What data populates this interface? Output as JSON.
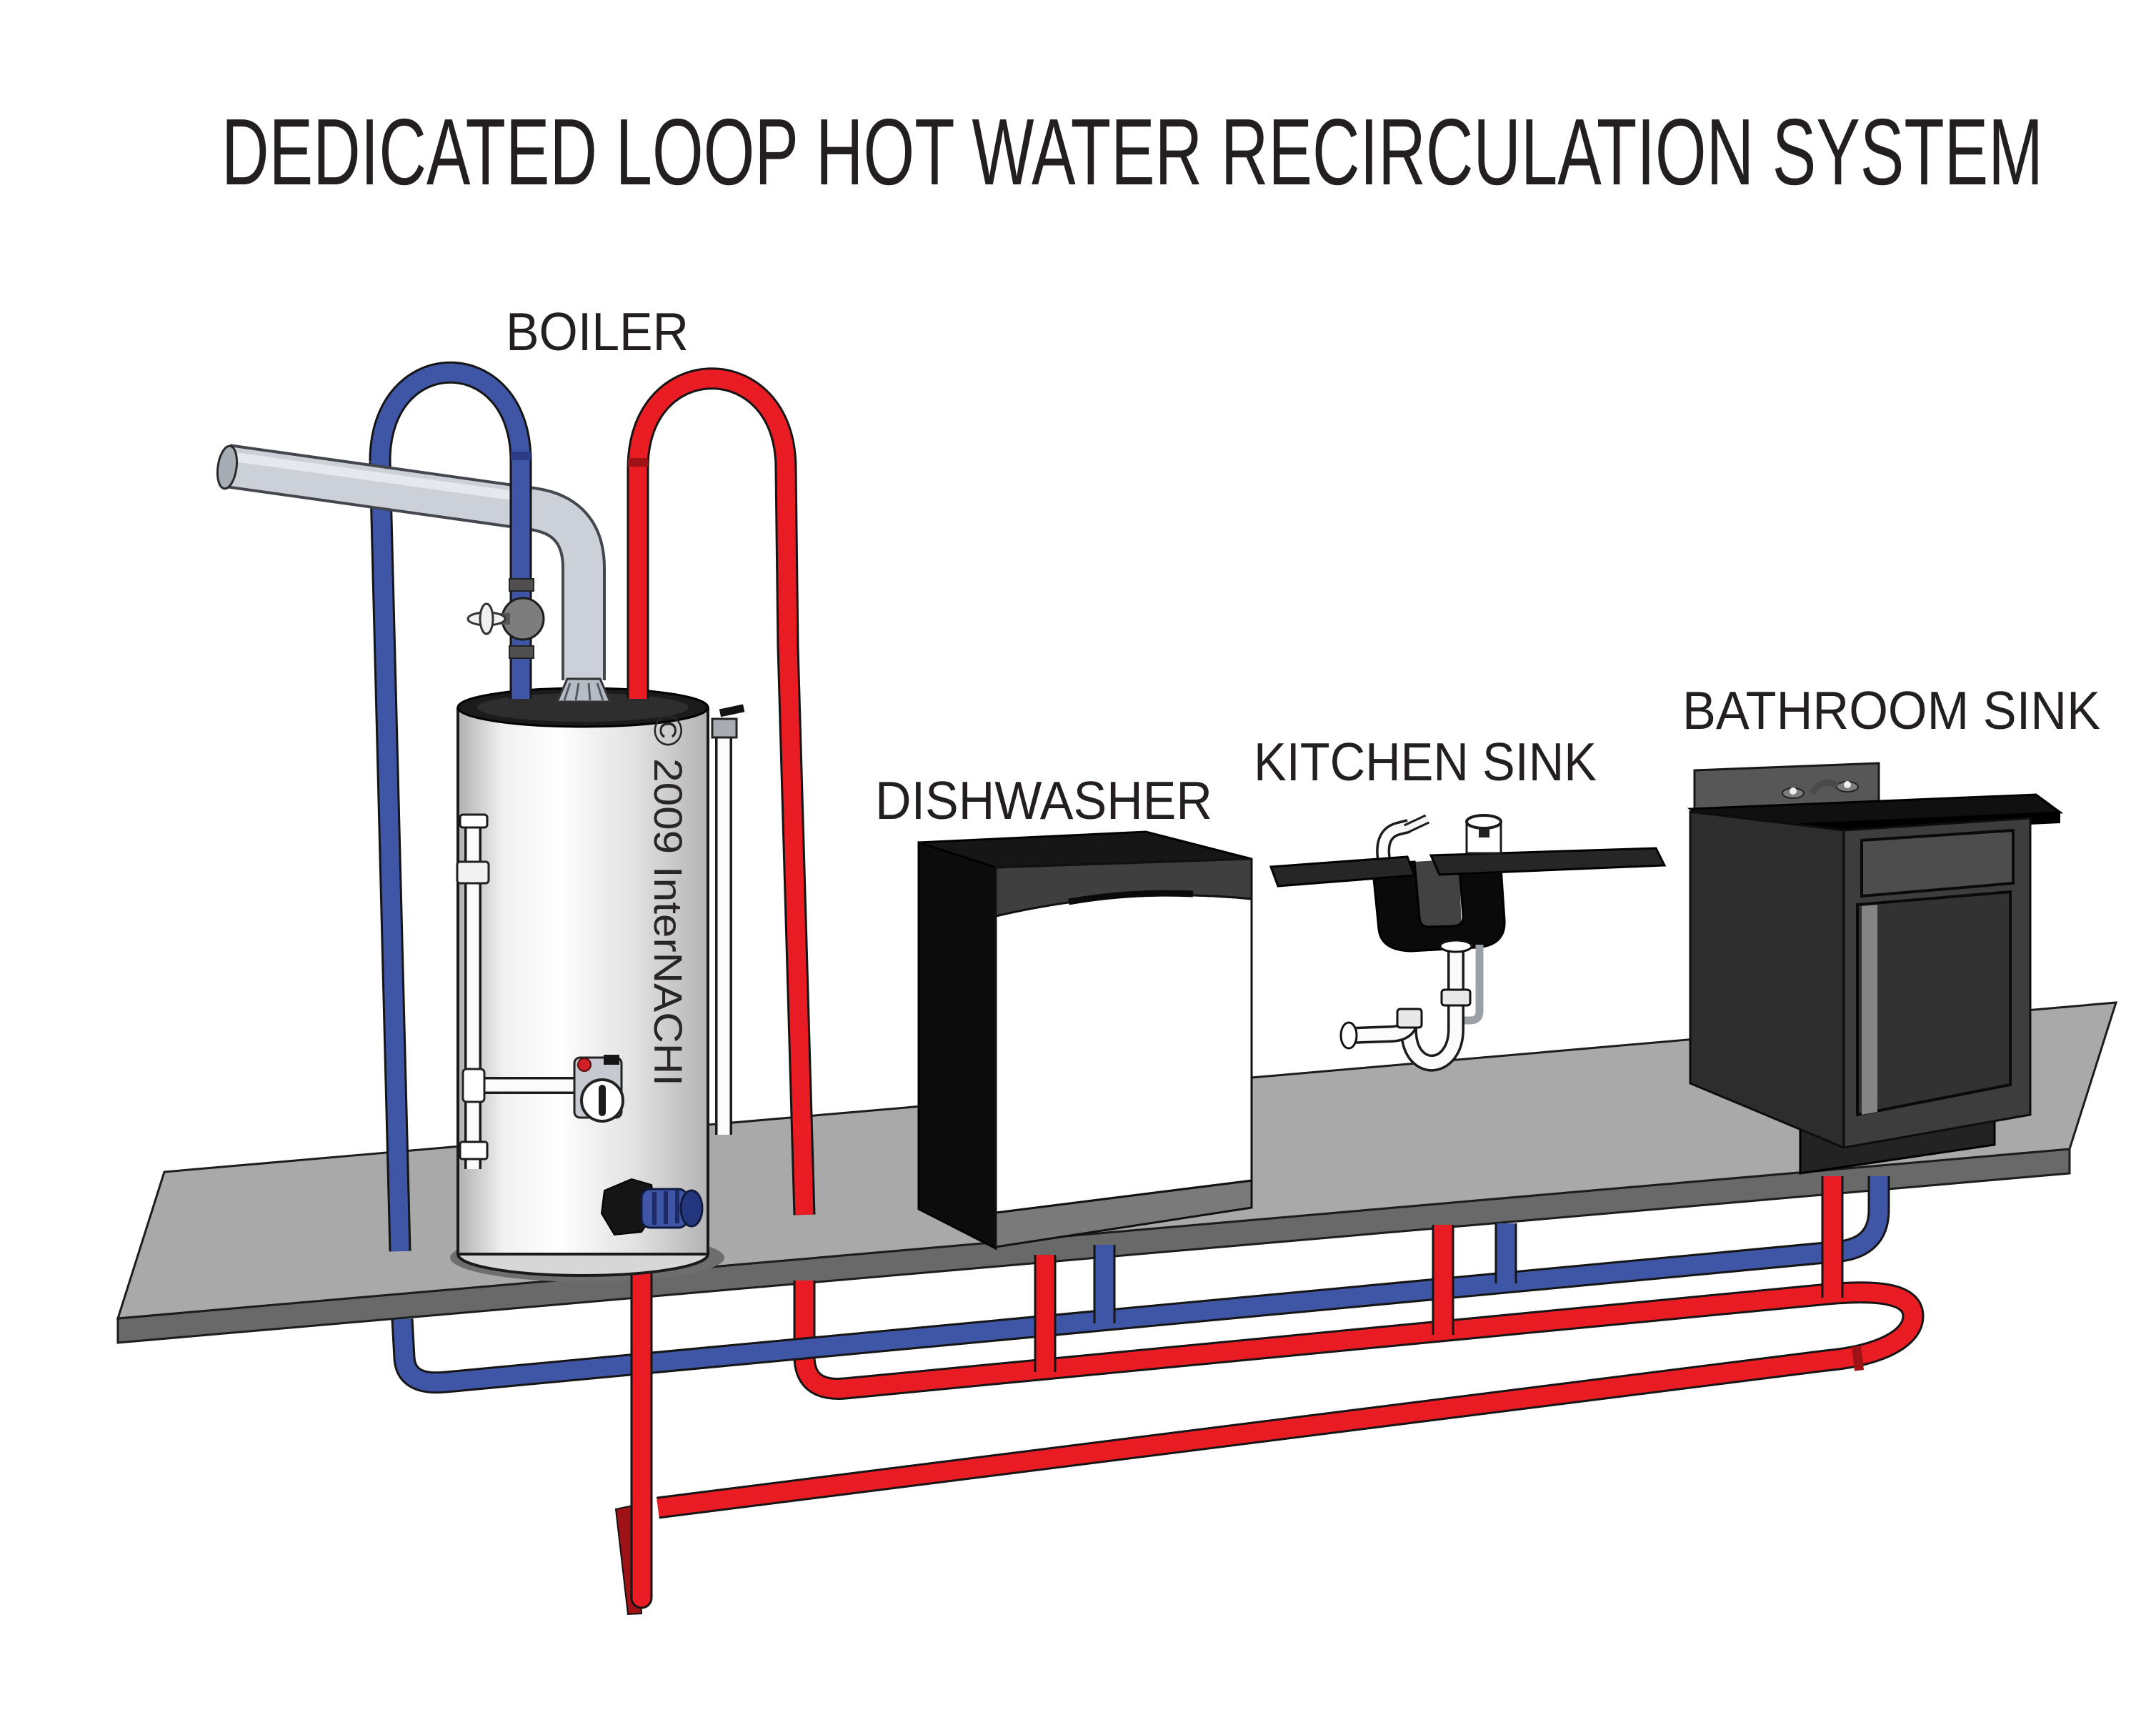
{
  "title": "DEDICATED LOOP HOT WATER RECIRCULATION SYSTEM",
  "labels": {
    "boiler": "BOILER",
    "dishwasher": "DISHWASHER",
    "kitchen_sink": "KITCHEN SINK",
    "bathroom_sink": "BATHROOM SINK"
  },
  "watermark": "© 2009 InterNACHI",
  "colors": {
    "hot_pipe": "#e81c22",
    "hot_pipe_dark": "#9e1115",
    "cold_pipe": "#3f55a5",
    "cold_pipe_dark": "#2b3b85",
    "flue_pipe": "#ccd1d8",
    "flue_highlight": "#e9ecf0",
    "floor_top": "#a9a9a9",
    "floor_edge": "#696969",
    "label_text": "#231f20",
    "background": "#ffffff"
  }
}
